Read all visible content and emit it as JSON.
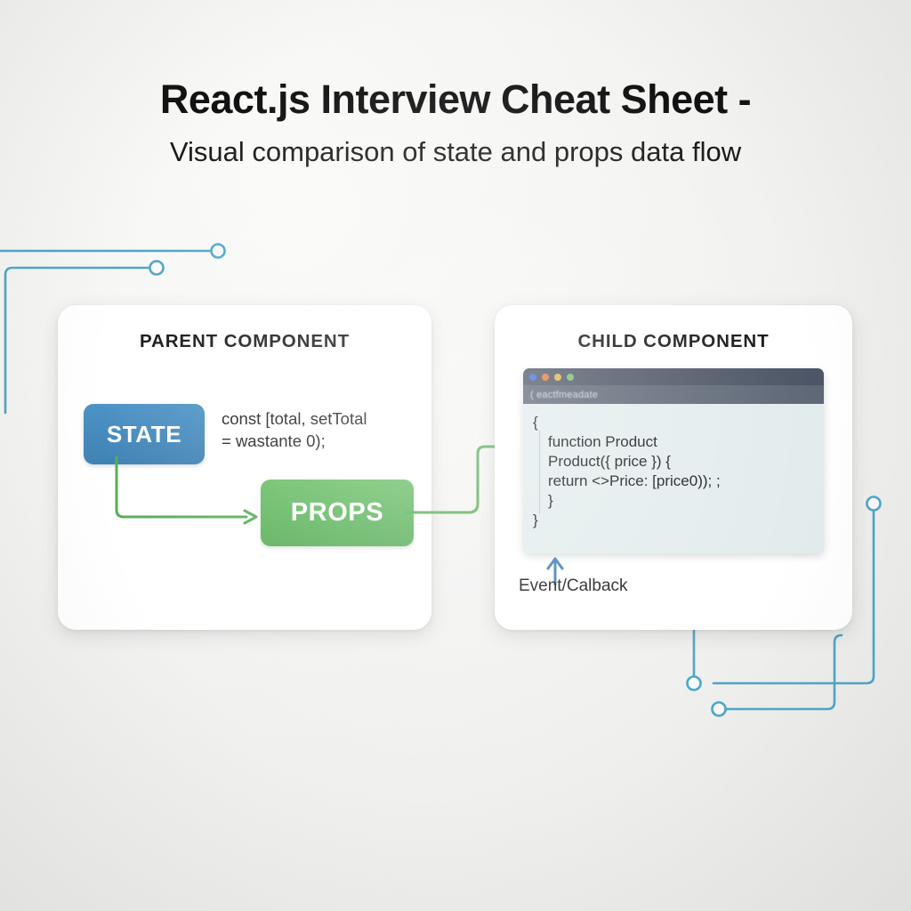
{
  "header": {
    "title": "React.js Interview Cheat Sheet -",
    "subtitle": "Visual comparison of state and props data flow"
  },
  "colors": {
    "background": "#f2f2f0",
    "state_blue": "#4a8dc0",
    "props_green": "#5db85c",
    "arrow_green": "#56ae56",
    "circuit_blue": "#4ba6c8",
    "event_arrow_blue": "#3d7fb5",
    "panel_white": "#ffffff",
    "code_window_body": "#e3eced",
    "code_titlebar": "#4d5666",
    "code_tabbar": "#5f6877"
  },
  "parent_panel": {
    "title": "PARENT COMPONENT",
    "state_box_label": "STATE",
    "props_box_label": "PROPS",
    "state_code": "const [total, setTotal\n= wastante 0);"
  },
  "child_panel": {
    "title": "CHILD COMPONENT",
    "code_window": {
      "tab_label": "( eactfmeadate",
      "traffic_lights": [
        {
          "name": "window-dot-blue",
          "color": "#3f6ed4"
        },
        {
          "name": "window-dot-orange",
          "color": "#e07b3c"
        },
        {
          "name": "window-dot-yellow",
          "color": "#d9b64a"
        },
        {
          "name": "window-dot-green",
          "color": "#79b97a"
        }
      ],
      "lines": [
        "{",
        "function Product",
        "Product({ price }) {",
        "return <>Price: [price0)); ;",
        "}",
        "}"
      ]
    },
    "event_label": "Event/Calback"
  },
  "icons": {
    "arrow_state_to_props": "arrow-right-icon",
    "arrow_props_to_child": "arrow-right-icon",
    "arrow_event_callback": "arrow-up-icon"
  }
}
